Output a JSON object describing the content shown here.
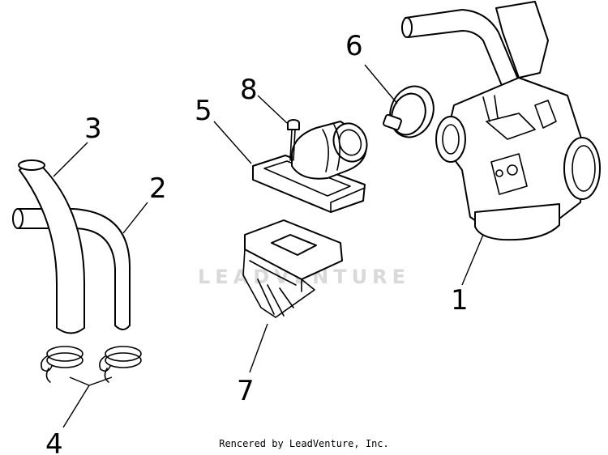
{
  "diagram": {
    "callouts": [
      {
        "id": "1",
        "label": "1"
      },
      {
        "id": "2",
        "label": "2"
      },
      {
        "id": "3",
        "label": "3"
      },
      {
        "id": "4",
        "label": "4"
      },
      {
        "id": "5",
        "label": "5"
      },
      {
        "id": "6",
        "label": "6"
      },
      {
        "id": "7",
        "label": "7"
      },
      {
        "id": "8",
        "label": "8"
      }
    ],
    "watermark": "LEADVENTURE",
    "footer": "Rencered by LeadVenture, Inc."
  }
}
